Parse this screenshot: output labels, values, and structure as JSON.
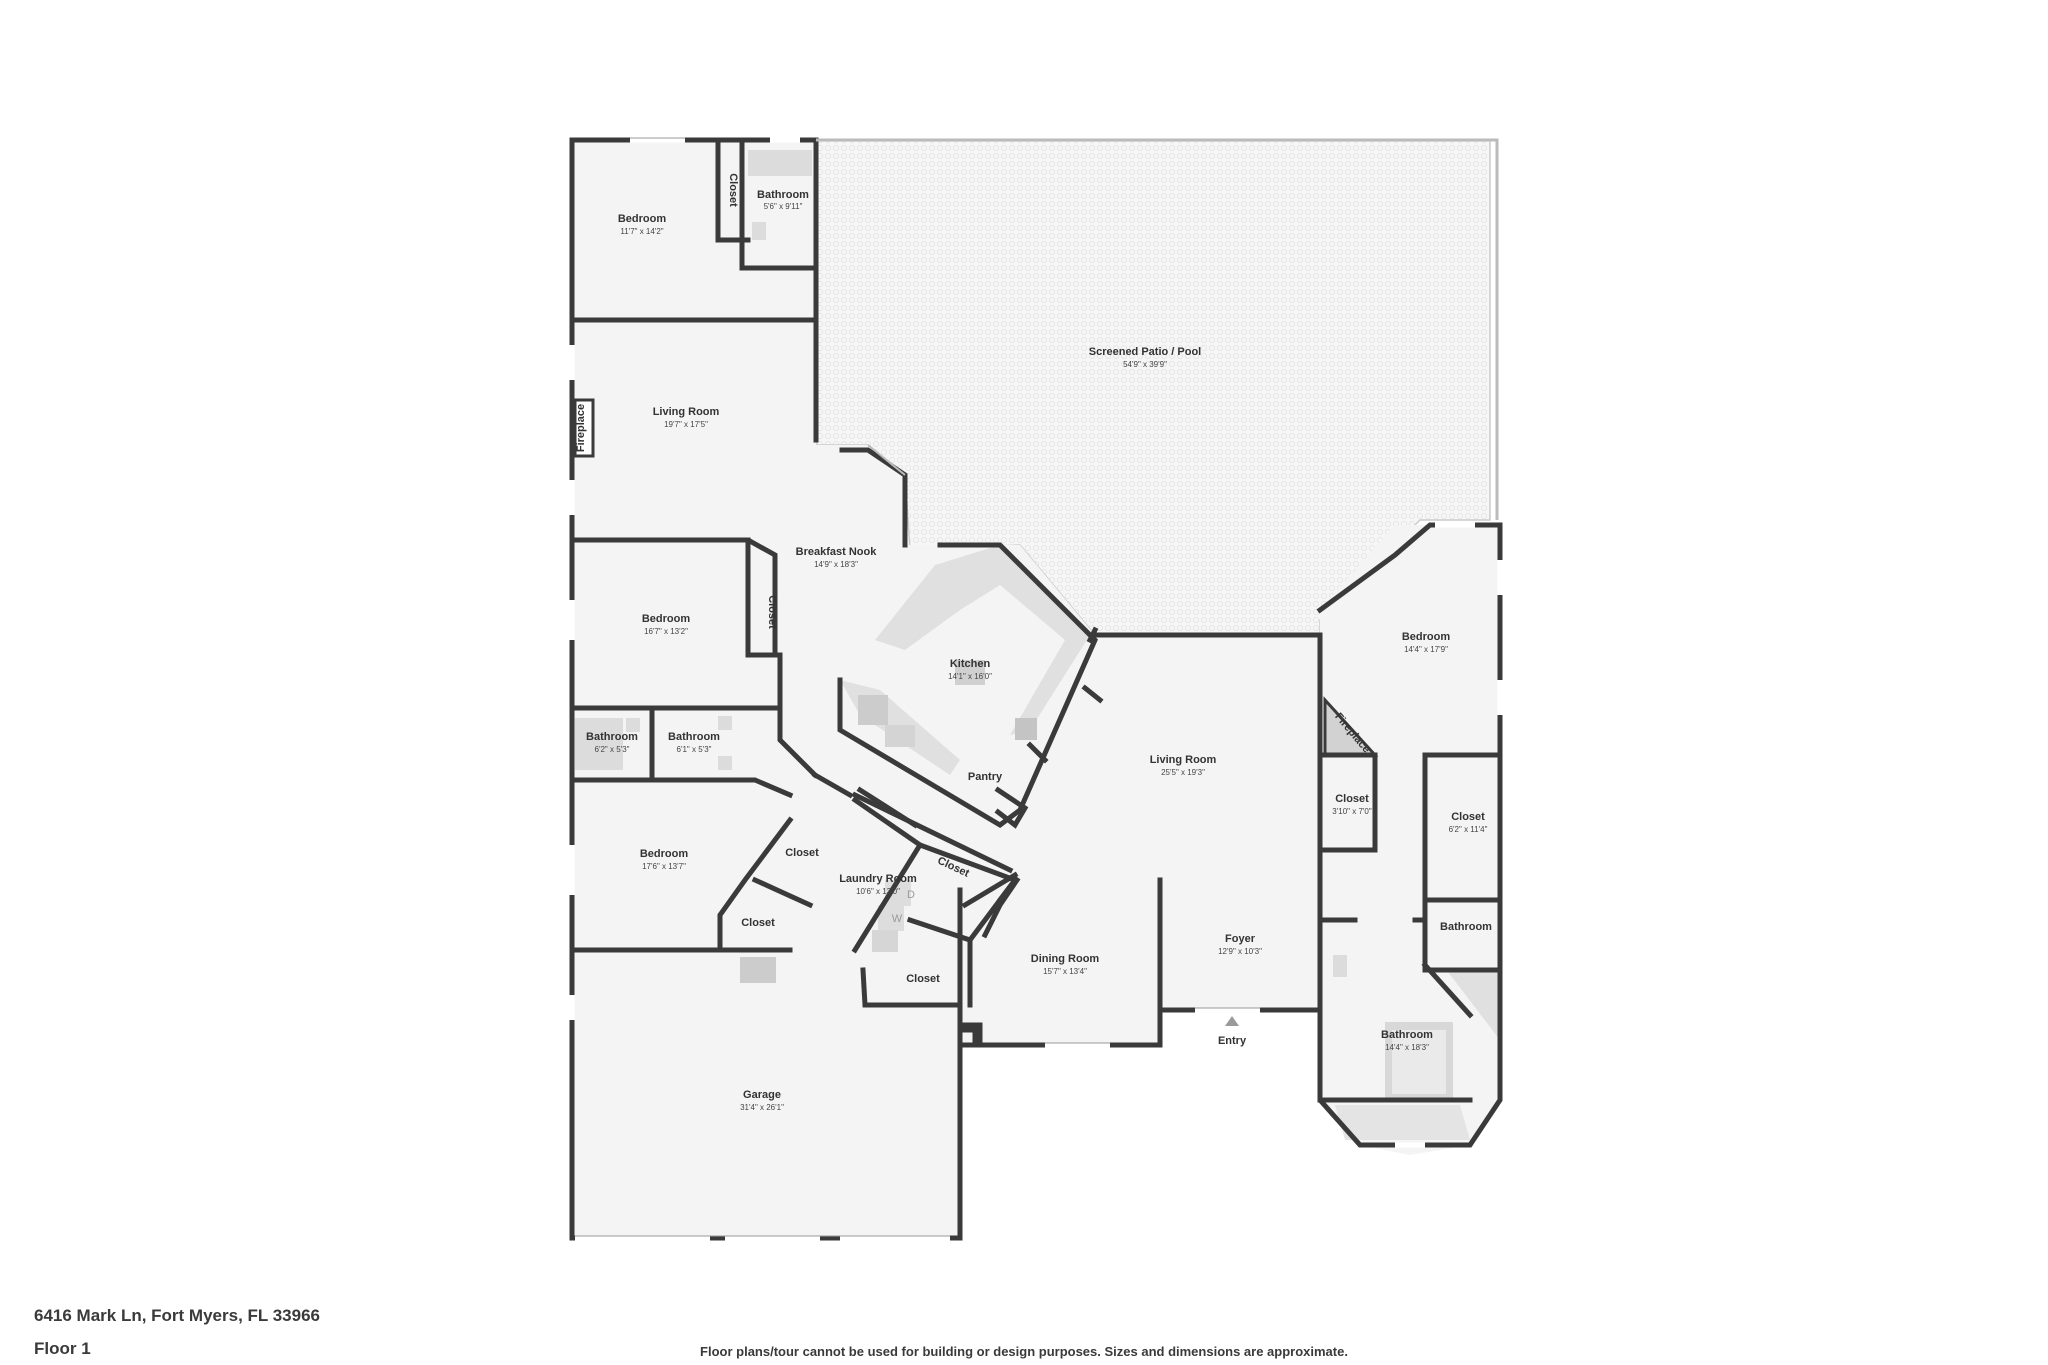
{
  "colors": {
    "wall": "#3a3a3a",
    "floor": "#f4f4f4",
    "fixture": "#dcdcdc",
    "window": "#ffffff",
    "patio_pattern": "#e6e6e6"
  },
  "rooms": [
    {
      "name": "Screened Patio / Pool",
      "dim": "54'9\" x 39'9\""
    },
    {
      "name": "Bedroom",
      "dim": "11'7\" x 14'2\""
    },
    {
      "name": "Closet",
      "dim": ""
    },
    {
      "name": "Bathroom",
      "dim": "5'6\" x 9'11\""
    },
    {
      "name": "Living Room",
      "dim": "19'7\" x 17'5\""
    },
    {
      "name": "Fireplace",
      "dim": ""
    },
    {
      "name": "Breakfast Nook",
      "dim": "14'9\" x 18'3\""
    },
    {
      "name": "Bedroom",
      "dim": "16'7\" x 13'2\""
    },
    {
      "name": "Closet",
      "dim": ""
    },
    {
      "name": "Kitchen",
      "dim": "14'1\" x 16'0\""
    },
    {
      "name": "Bathroom",
      "dim": "6'2\" x 5'3\""
    },
    {
      "name": "Bathroom",
      "dim": "6'1\" x 5'3\""
    },
    {
      "name": "Pantry",
      "dim": ""
    },
    {
      "name": "Bedroom",
      "dim": "17'6\" x 13'7\""
    },
    {
      "name": "Closet",
      "dim": ""
    },
    {
      "name": "Laundry Room",
      "dim": "10'6\" x 13'0\""
    },
    {
      "name": "Closet",
      "dim": ""
    },
    {
      "name": "Closet",
      "dim": ""
    },
    {
      "name": "Closet",
      "dim": ""
    },
    {
      "name": "Living Room",
      "dim": "25'5\" x 19'3\""
    },
    {
      "name": "Bedroom",
      "dim": "14'4\" x 17'9\""
    },
    {
      "name": "Fireplace",
      "dim": ""
    },
    {
      "name": "Closet",
      "dim": "3'10\" x 7'0\""
    },
    {
      "name": "Closet",
      "dim": "6'2\" x 11'4\""
    },
    {
      "name": "Bathroom",
      "dim": ""
    },
    {
      "name": "Dining Room",
      "dim": "15'7\" x 13'4\""
    },
    {
      "name": "Foyer",
      "dim": "12'9\" x 10'3\""
    },
    {
      "name": "Bathroom",
      "dim": "14'4\" x 18'3\""
    },
    {
      "name": "Garage",
      "dim": "31'4\" x 26'1\""
    }
  ],
  "entry_label": "Entry",
  "appliances": {
    "dryer": "D",
    "washer": "W"
  },
  "footer": {
    "address": "6416 Mark Ln, Fort Myers, FL 33966",
    "floor": "Floor 1",
    "disclaimer": "Floor plans/tour cannot be used for building or design purposes. Sizes and dimensions are approximate."
  }
}
